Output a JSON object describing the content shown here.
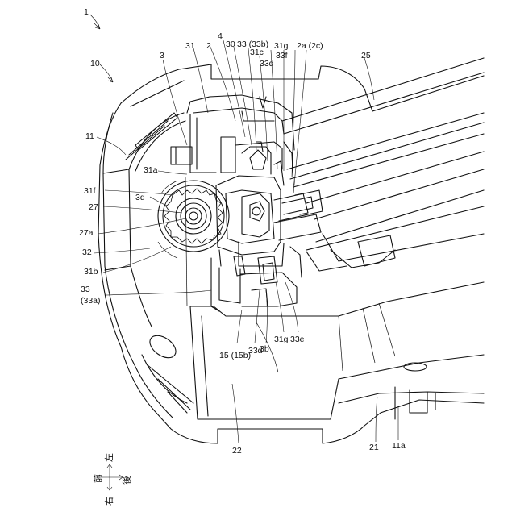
{
  "labels": [
    {
      "id": "1",
      "text": "1"
    },
    {
      "id": "10",
      "text": "10"
    },
    {
      "id": "11",
      "text": "11"
    },
    {
      "id": "3",
      "text": "3"
    },
    {
      "id": "31",
      "text": "31"
    },
    {
      "id": "2",
      "text": "2"
    },
    {
      "id": "4",
      "text": "4"
    },
    {
      "id": "30",
      "text": "30"
    },
    {
      "id": "33_33b",
      "text": "33 (33b)"
    },
    {
      "id": "31c",
      "text": "31c"
    },
    {
      "id": "33d_top",
      "text": "33d"
    },
    {
      "id": "31g_top",
      "text": "31g"
    },
    {
      "id": "33f",
      "text": "33f"
    },
    {
      "id": "2a_2c",
      "text": "2a (2c)"
    },
    {
      "id": "25",
      "text": "25"
    },
    {
      "id": "31a",
      "text": "31a"
    },
    {
      "id": "31f",
      "text": "31f"
    },
    {
      "id": "3d",
      "text": "3d"
    },
    {
      "id": "27",
      "text": "27"
    },
    {
      "id": "27a",
      "text": "27a"
    },
    {
      "id": "32",
      "text": "32"
    },
    {
      "id": "31b",
      "text": "31b"
    },
    {
      "id": "33_paren",
      "text": "33"
    },
    {
      "id": "33a",
      "text": "(33a)"
    },
    {
      "id": "15_15b",
      "text": "15 (15b)"
    },
    {
      "id": "33d_bot",
      "text": "33d"
    },
    {
      "id": "3b",
      "text": "3b"
    },
    {
      "id": "31g_bot",
      "text": "31g"
    },
    {
      "id": "33e",
      "text": "33e"
    },
    {
      "id": "22",
      "text": "22"
    },
    {
      "id": "21",
      "text": "21"
    },
    {
      "id": "11a",
      "text": "11a"
    }
  ],
  "direction_legend": {
    "front": "前",
    "rear": "後",
    "left": "左",
    "right": "右"
  }
}
